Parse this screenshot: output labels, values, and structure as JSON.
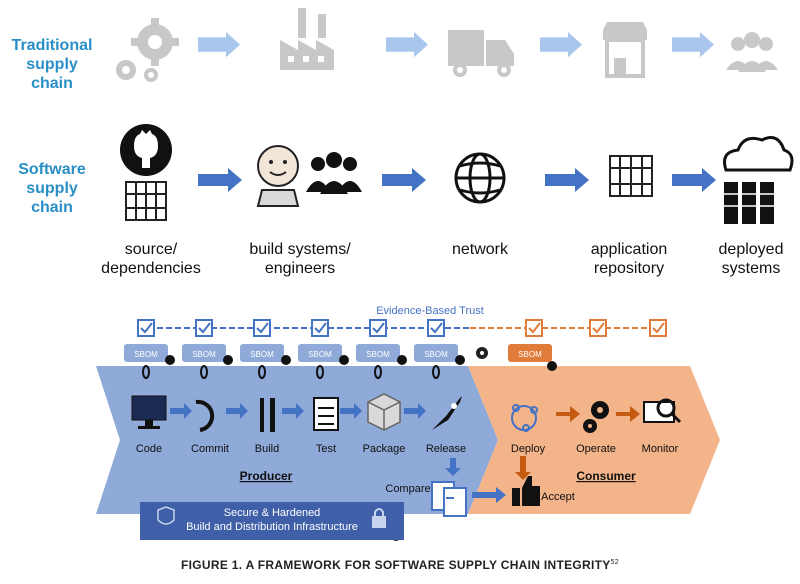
{
  "rows": {
    "traditional_label": "Traditional supply chain",
    "software_label": "Software supply chain"
  },
  "stages": {
    "source": "source/ dependencies",
    "build": "build systems/ engineers",
    "network": "network",
    "repository": "application repository",
    "deployed": "deployed systems"
  },
  "framework": {
    "evidence_label": "Evidence-Based Trust",
    "sbom_label": "SBOM",
    "producer_steps": [
      "Code",
      "Commit",
      "Build",
      "Test",
      "Package",
      "Release"
    ],
    "consumer_steps": [
      "Deploy",
      "Operate",
      "Monitor"
    ],
    "producer_label": "Producer",
    "consumer_label": "Consumer",
    "compare_label": "Compare",
    "accept_label": "Accept",
    "infra_line1": "Secure & Hardened",
    "infra_line2": "Build and Distribution Infrastructure"
  },
  "caption": {
    "text": "FIGURE 1. A FRAMEWORK FOR SOFTWARE SUPPLY CHAIN INTEGRITY",
    "ref": "52"
  },
  "colors": {
    "row_label": "#2a8fc8",
    "faded": "#c8c8c8",
    "arrow_light": "#a9c6ec",
    "arrow_blue": "#4472c4",
    "producer_fill": "#8fa9d8",
    "consumer_fill": "#f3b48a",
    "orange": "#e07b39"
  }
}
